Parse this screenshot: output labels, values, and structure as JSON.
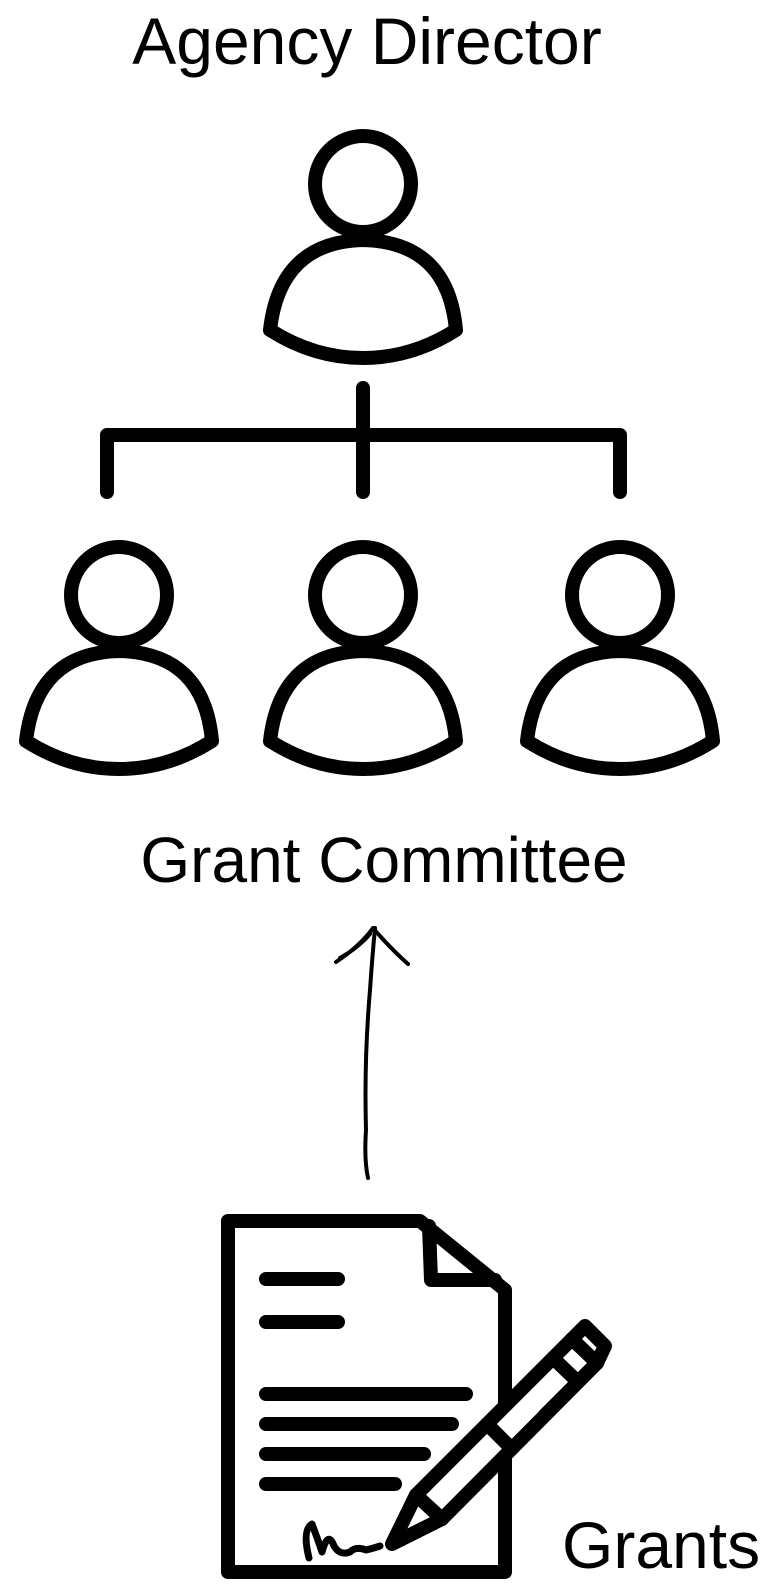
{
  "labels": {
    "top": "Agency Director",
    "middle": "Grant Committee",
    "bottom": "Grants"
  },
  "icons": {
    "director": "person-icon",
    "committee": "group-icon",
    "connector": "org-chart-connector",
    "arrow": "hand-drawn-arrow-up-icon",
    "document": "document-with-pen-signature-icon"
  },
  "colors": {
    "ink": "#000000",
    "background": "#ffffff"
  }
}
